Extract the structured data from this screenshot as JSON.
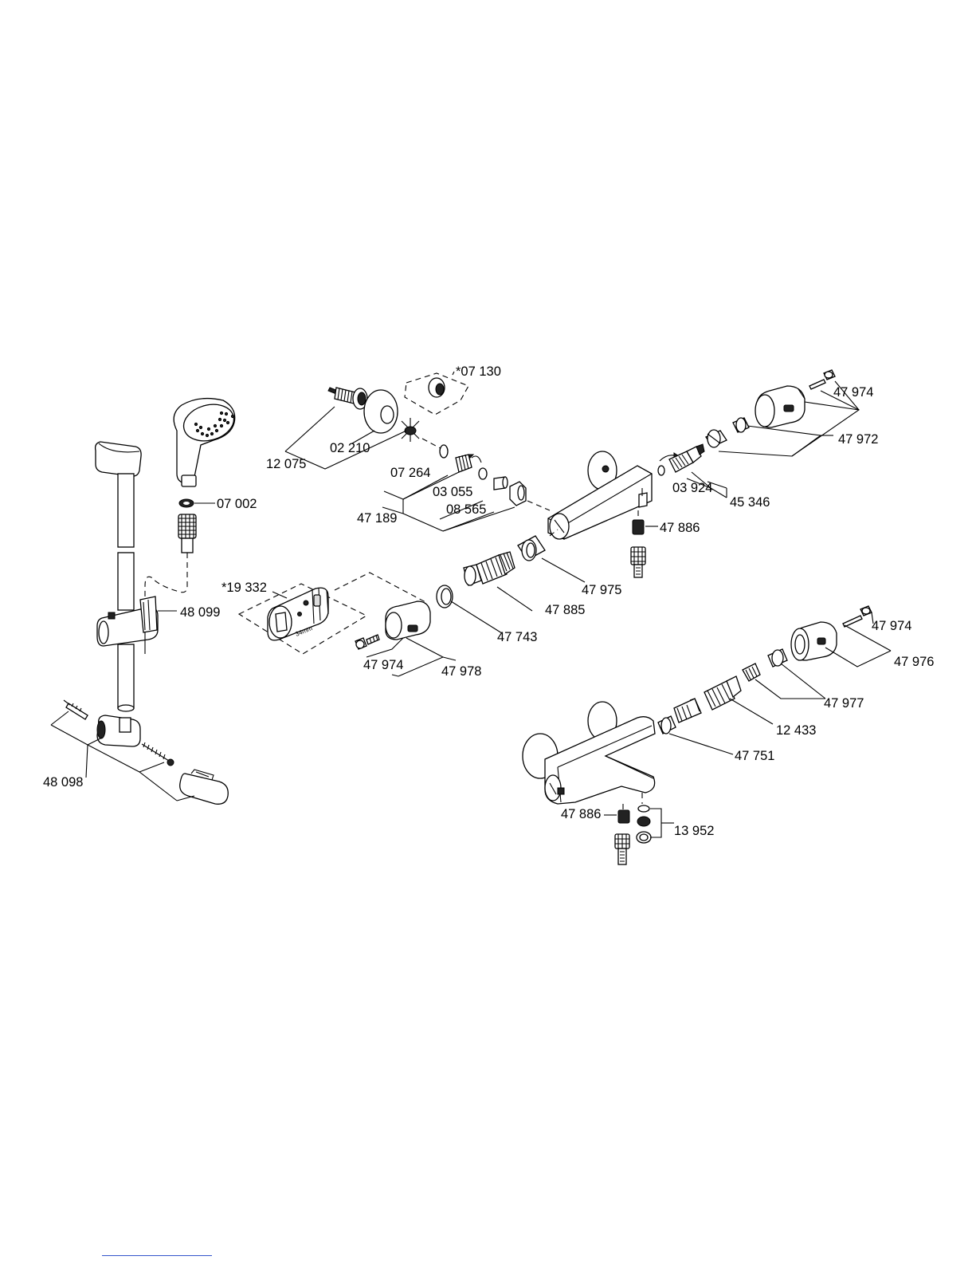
{
  "labels": {
    "p07130": "*07 130",
    "p12075": "12 075",
    "p02210": "02 210",
    "p07264": "07 264",
    "p03055": "03 055",
    "p08565": "08 565",
    "p47189": "47 189",
    "p07002": "07 002",
    "p48099": "48 099",
    "p19332": "*19 332",
    "p34mm": "34mm",
    "p47974a": "47 974",
    "p47978": "47 978",
    "p47743": "47 743",
    "p47885": "47 885",
    "p47975": "47 975",
    "p47886a": "47 886",
    "p03924": "03 924",
    "p45346": "45 346",
    "p47974b": "47 974",
    "p47972": "47 972",
    "p47974c": "47 974",
    "p47976": "47 976",
    "p47977": "47 977",
    "p12433": "12 433",
    "p47751": "47 751",
    "p48098": "48 098",
    "p47886b": "47 886",
    "p13952": "13 952"
  }
}
